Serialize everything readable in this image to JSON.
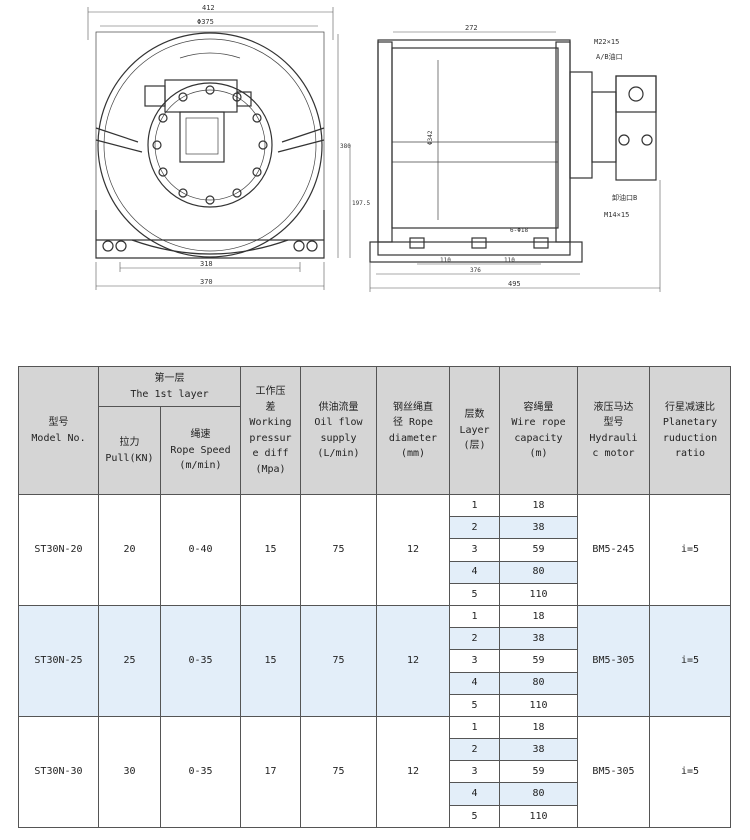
{
  "drawing": {
    "front": {
      "width_overall": "412",
      "drum_dia": "Φ375",
      "base_inner": "318",
      "base_outer": "370",
      "height_right": "380",
      "height_center": "197.5"
    },
    "side": {
      "top_width": "272",
      "thread_top": "M22×15",
      "port_ab": "A/B油口",
      "drum_dia": "Φ342",
      "port_drain": "卸油口B",
      "thread_bottom": "M14×15",
      "bolt_slot": "6-Φ18",
      "bolt_left": "110",
      "bolt_right": "110",
      "base_width": "376",
      "total_length": "495"
    }
  },
  "table": {
    "headers": {
      "model": [
        "型号",
        "Model No."
      ],
      "first_layer": [
        "第一层",
        "The 1st layer"
      ],
      "pull": [
        "拉力",
        "Pull(KN)"
      ],
      "speed": [
        "绳速",
        "Rope Speed",
        "(m/min)"
      ],
      "pressure": [
        "工作压",
        "差",
        "Working",
        "pressur",
        "e diff",
        "(Mpa)"
      ],
      "oil": [
        "供油流量",
        "Oil flow",
        "supply",
        "(L/min)"
      ],
      "rope": [
        "钢丝绳直",
        "径 Rope",
        "diameter",
        "(mm)"
      ],
      "layer": [
        "层数",
        "Layer",
        "(层)"
      ],
      "capacity": [
        "容绳量",
        "Wire rope",
        "capacity",
        "(m)"
      ],
      "motor": [
        "液压马达",
        "型号",
        "Hydrauli",
        "c motor"
      ],
      "ratio": [
        "行星减速比",
        "Planetary",
        "ruduction",
        "ratio"
      ]
    },
    "rows": [
      {
        "model": "ST30N-20",
        "pull": "20",
        "speed": "0-40",
        "pressure": "15",
        "oil": "75",
        "rope": "12",
        "layers": [
          "1",
          "2",
          "3",
          "4",
          "5"
        ],
        "capacity": [
          "18",
          "38",
          "59",
          "80",
          "110"
        ],
        "motor": "BM5-245",
        "ratio": "i=5"
      },
      {
        "model": "ST30N-25",
        "pull": "25",
        "speed": "0-35",
        "pressure": "15",
        "oil": "75",
        "rope": "12",
        "layers": [
          "1",
          "2",
          "3",
          "4",
          "5"
        ],
        "capacity": [
          "18",
          "38",
          "59",
          "80",
          "110"
        ],
        "motor": "BM5-305",
        "ratio": "i=5"
      },
      {
        "model": "ST30N-30",
        "pull": "30",
        "speed": "0-35",
        "pressure": "17",
        "oil": "75",
        "rope": "12",
        "layers": [
          "1",
          "2",
          "3",
          "4",
          "5"
        ],
        "capacity": [
          "18",
          "38",
          "59",
          "80",
          "110"
        ],
        "motor": "BM5-305",
        "ratio": "i=5"
      }
    ]
  },
  "colors": {
    "header_bg": "#d5d5d5",
    "highlight_bg": "#e3eef9"
  }
}
